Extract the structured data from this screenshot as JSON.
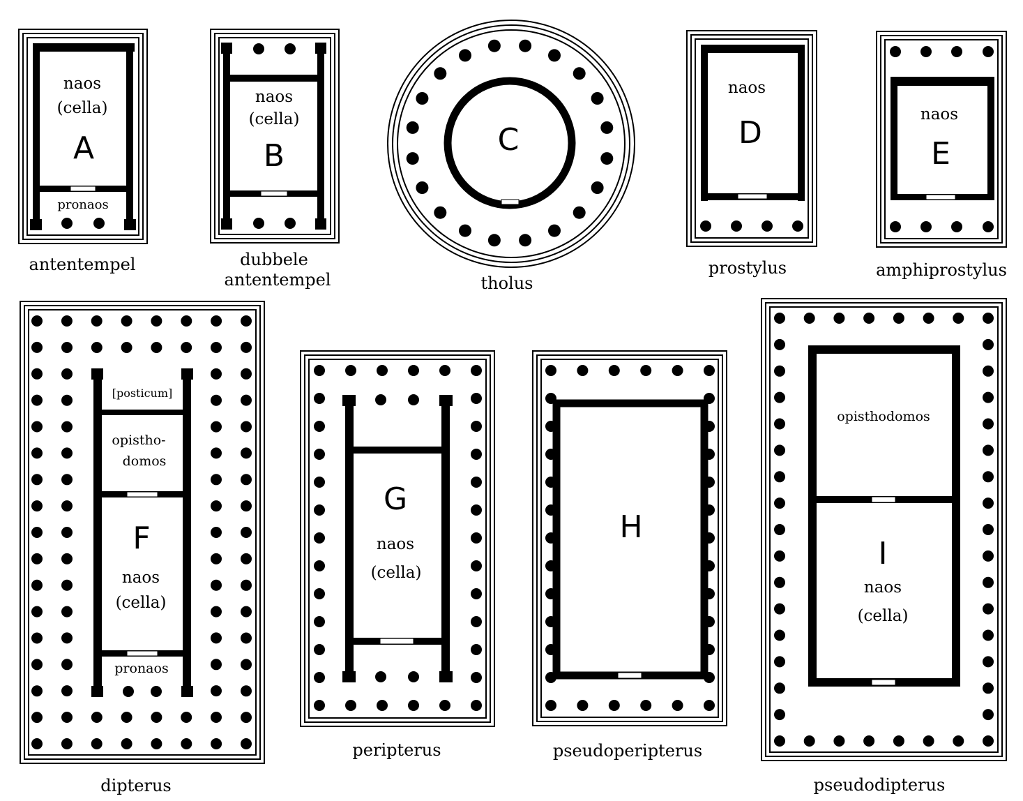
{
  "plans": {
    "A": {
      "letter": "A",
      "naos": "naos",
      "cella": "(cella)",
      "pronaos": "pronaos",
      "caption": "antentempel"
    },
    "B": {
      "letter": "B",
      "naos": "naos",
      "cella": "(cella)",
      "caption_line1": "dubbele",
      "caption_line2": "antentempel"
    },
    "C": {
      "letter": "C",
      "caption": "tholus"
    },
    "D": {
      "letter": "D",
      "naos": "naos",
      "caption": "prostylus"
    },
    "E": {
      "letter": "E",
      "naos": "naos",
      "caption": "amphiprostylus"
    },
    "F": {
      "letter": "F",
      "posticum": "[posticum]",
      "opistho_line1": "opistho-",
      "opistho_line2": "domos",
      "naos": "naos",
      "cella": "(cella)",
      "pronaos": "pronaos",
      "caption": "dipterus"
    },
    "G": {
      "letter": "G",
      "naos": "naos",
      "cella": "(cella)",
      "caption": "peripterus"
    },
    "H": {
      "letter": "H",
      "caption": "pseudoperipterus"
    },
    "I": {
      "letter": "I",
      "opisthodomos": "opisthodomos",
      "naos": "naos",
      "cella": "(cella)",
      "caption": "pseudodipterus"
    }
  }
}
